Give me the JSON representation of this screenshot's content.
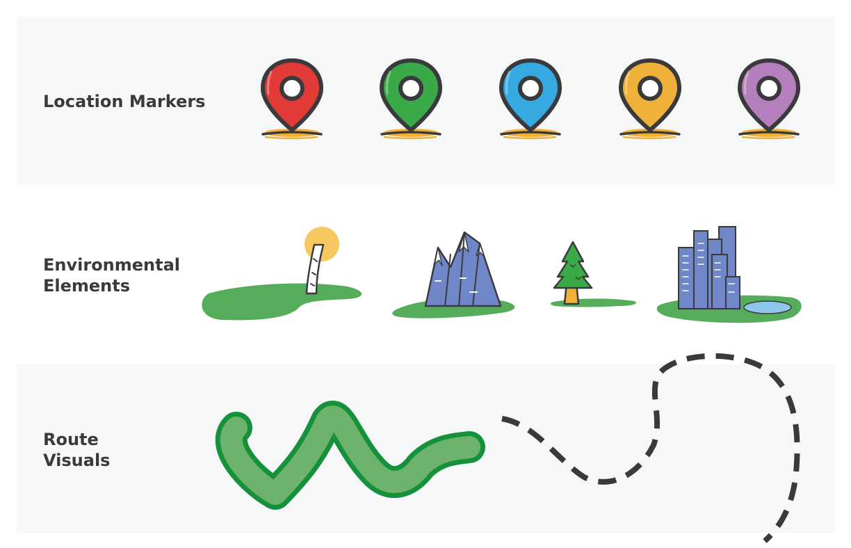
{
  "rows": {
    "markers": {
      "title": "Location Markers"
    },
    "environment": {
      "title": "Environmental\nElements"
    },
    "routes": {
      "title": "Route\nVisuals"
    }
  },
  "markers": [
    {
      "icon": "map-pin-icon",
      "color": "#e23a36"
    },
    {
      "icon": "map-pin-icon",
      "color": "#3aaa48"
    },
    {
      "icon": "map-pin-icon",
      "color": "#36a9e1"
    },
    {
      "icon": "map-pin-icon",
      "color": "#f0b13a"
    },
    {
      "icon": "map-pin-icon",
      "color": "#b57fbd"
    }
  ],
  "environment": [
    {
      "icon": "sun-tree-meadow-icon"
    },
    {
      "icon": "mountains-icon"
    },
    {
      "icon": "pine-tree-icon"
    },
    {
      "icon": "city-skyline-icon"
    }
  ],
  "routes": [
    {
      "icon": "solid-route-icon",
      "color": "#6db36c"
    },
    {
      "icon": "dashed-route-icon",
      "color": "#3a3a3c"
    }
  ],
  "colors": {
    "band": "#f6f7f8",
    "outline": "#3a3a3c",
    "grass": "#55ad5c",
    "pin_shadow": "#f0b13a",
    "sun": "#f6c85f",
    "mountain": "#6f86c8",
    "building": "#6f86c8",
    "lake": "#8ec5ea",
    "trunk": "#f0b13a",
    "route_stroke": "#15913b"
  }
}
